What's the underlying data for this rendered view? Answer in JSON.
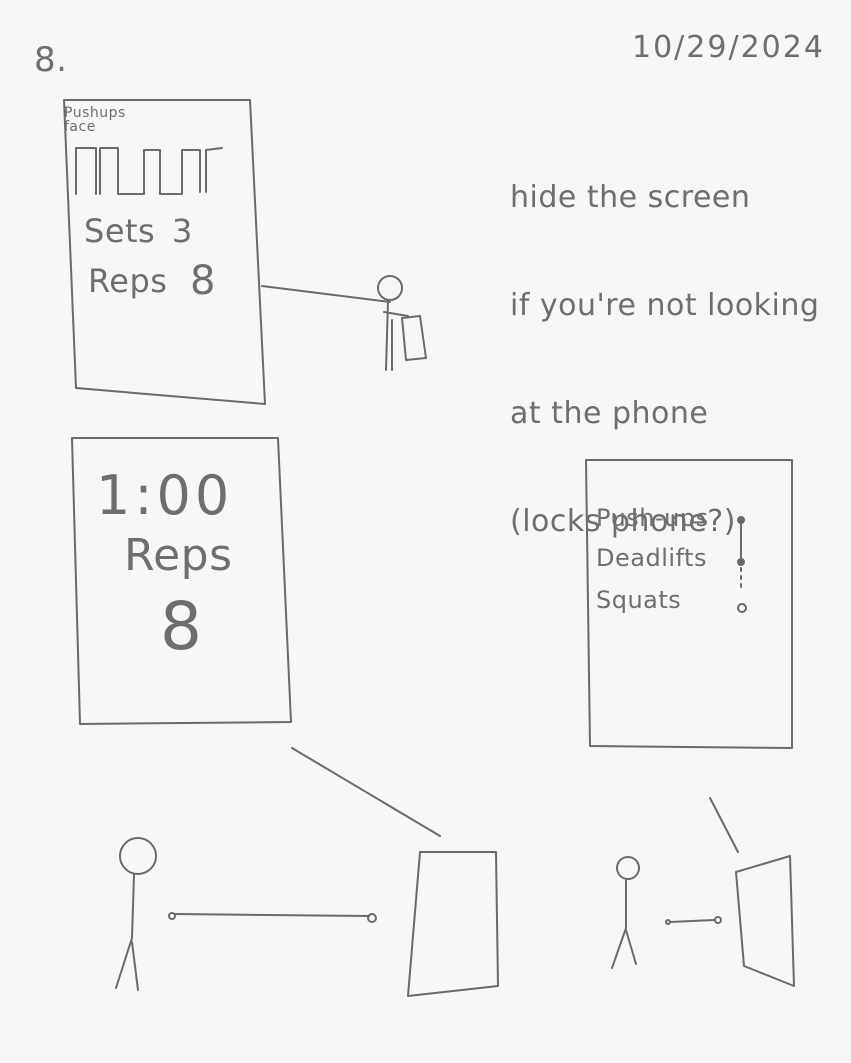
{
  "page_number": "8.",
  "date": "10/29/2024",
  "note": {
    "lines": [
      "hide the screen",
      "if you're not looking",
      "at the phone",
      "(locks phone?)"
    ]
  },
  "screen_face": {
    "label": "Pushups\nface",
    "sets_label": "Sets",
    "sets_value": "3",
    "reps_label": "Reps",
    "reps_value": "8"
  },
  "screen_timer": {
    "timer": "1:00",
    "reps_label": "Reps",
    "reps_value": "8"
  },
  "screen_list": {
    "exercises": [
      "Push-ups",
      "Deadlifts",
      "Squats"
    ]
  },
  "colors": {
    "paper": "#f7f7f5",
    "pencil": "#6a6a6a"
  }
}
